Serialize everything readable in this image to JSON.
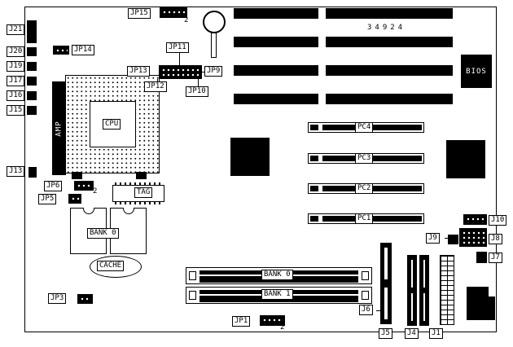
{
  "diagram": {
    "part_number": "34924",
    "pin1_label": "2"
  },
  "left_connectors": {
    "j21": "J21",
    "j20": "J20",
    "j19": "J19",
    "j17": "J17",
    "j16": "J16",
    "j15": "J15",
    "j13": "J13"
  },
  "jumpers": {
    "jp1": "JP1",
    "jp3": "JP3",
    "jp5": "JP5",
    "jp6": "JP6",
    "jp9": "JP9",
    "jp10": "JP10",
    "jp11": "JP11",
    "jp12": "JP12",
    "jp13": "JP13",
    "jp14": "JP14",
    "jp15": "JP15"
  },
  "cpu_area": {
    "cpu": "CPU",
    "amp": "AMP"
  },
  "cache_area": {
    "tag": "TAG",
    "bank": "BANK 0",
    "cache": "CACHE"
  },
  "bios": "BIOS",
  "pci_slots": {
    "pc1": "PC1",
    "pc2": "PC2",
    "pc3": "PC3",
    "pc4": "PC4"
  },
  "memory_slots": {
    "bank0": "BANK 0",
    "bank1": "BANK 1"
  },
  "right_connectors": {
    "j1": "J1",
    "j4": "J4",
    "j5": "J5",
    "j6": "J6",
    "j7": "J7",
    "j8": "J8",
    "j9": "J9",
    "j10": "J10"
  }
}
